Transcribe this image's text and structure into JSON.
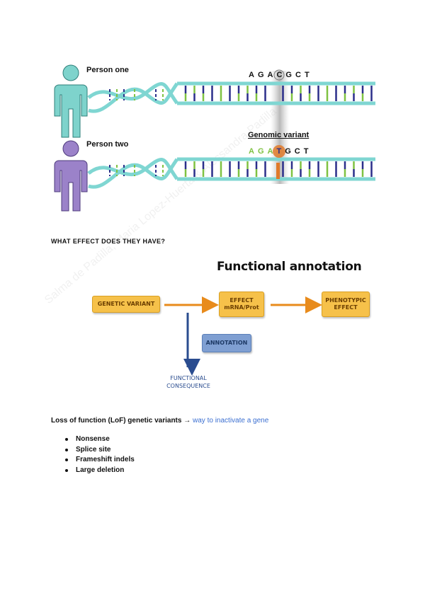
{
  "dna_figure": {
    "person_one_label": "Person one",
    "person_two_label": "Person two",
    "seq_one": [
      "A",
      "G",
      "A",
      "C",
      "G",
      "C",
      "T"
    ],
    "seq_two": [
      "A",
      "G",
      "A",
      "T",
      "G",
      "C",
      "T"
    ],
    "variant_index": 3,
    "variant_label": "Genomic variant",
    "colors": {
      "person_one": "#7ed3cc",
      "person_two": "#9b82c9",
      "backbone": "#7fd6d2",
      "base_purple": "#2b2f8a",
      "base_green": "#7fc242",
      "variant_orange": "#e07a2a"
    }
  },
  "question": "WHAT EFFECT DOES THEY HAVE?",
  "functional_annotation": {
    "title": "Functional annotation",
    "genetic_variant": "GENETIC VARIANT",
    "effect_line1": "EFFECT",
    "effect_line2": "mRNA/Prot",
    "phenotypic_line1": "PHENOTYPIC",
    "phenotypic_line2": "EFFECT",
    "annotation": "ANNOTATION",
    "consequence_line1": "FUNCTIONAL",
    "consequence_line2": "CONSEQUENCE"
  },
  "lof": {
    "label": "Loss of function (LoF) genetic variants",
    "arrow": "→",
    "link_text": "way to inactivate a gene",
    "items": [
      "Nonsense",
      "Splice site",
      "Frameshift indels",
      "Large deletion"
    ]
  },
  "watermark": "Salma de Padilla, Maria Lopez-Huerta & Alessandra Padilla"
}
